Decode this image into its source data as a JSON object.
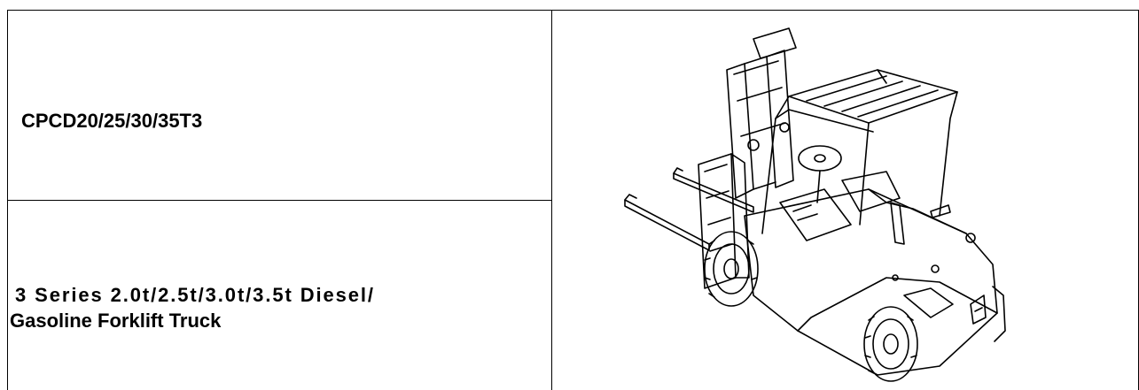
{
  "document": {
    "model_code": "CPCD20/25/30/35T3",
    "description_line1": "3 Series 2.0t/2.5t/3.0t/3.5t Diesel/",
    "description_line2": "Gasoline Forklift Truck"
  }
}
